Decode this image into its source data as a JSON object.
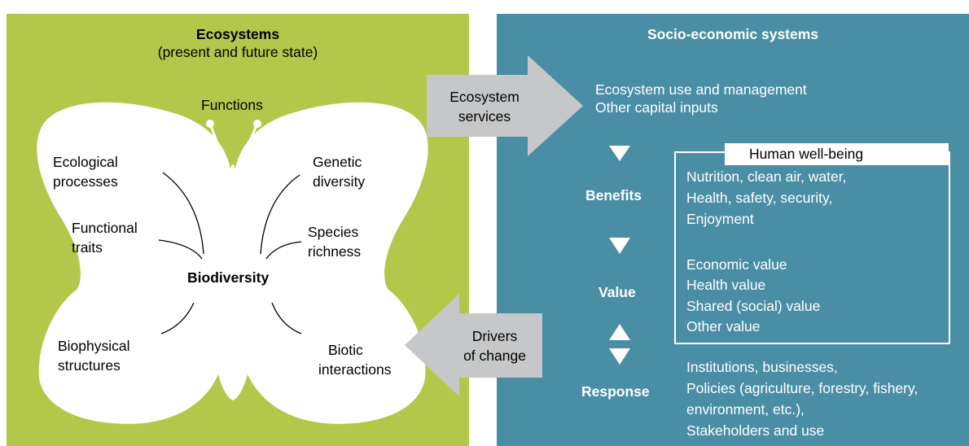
{
  "ecosystems": {
    "title": "Ecosystems",
    "subtitle": "(present and future state)",
    "functions_label": "Functions",
    "biodiversity_label": "Biodiversity",
    "items": {
      "ecological_processes": [
        "Ecological",
        "processes"
      ],
      "functional_traits": [
        "Functional",
        "traits"
      ],
      "biophysical_structures": [
        "Biophysical",
        "structures"
      ],
      "genetic_diversity": [
        "Genetic",
        "diversity"
      ],
      "species_richness": [
        "Species",
        "richness"
      ],
      "biotic_interactions": [
        "Biotic",
        "interactions"
      ]
    }
  },
  "arrows": {
    "ecosystem_services": [
      "Ecosystem",
      "services"
    ],
    "drivers_of_change": [
      "Drivers",
      "of change"
    ]
  },
  "socio_economic": {
    "title": "Socio-economic systems",
    "inputs": [
      "Ecosystem use and management",
      "Other capital inputs"
    ],
    "benefits_label": "Benefits",
    "value_label": "Value",
    "response_label": "Response",
    "human_wellbeing_title": "Human well-being",
    "benefits_items": [
      "Nutrition, clean air, water,",
      "Health, safety, security,",
      "Enjoyment"
    ],
    "value_items": [
      "Economic value",
      "Health value",
      "Shared (social) value",
      "Other value"
    ],
    "response_items": [
      "Institutions, businesses,",
      "Policies (agriculture, forestry, fishery,",
      "environment, etc.),",
      "Stakeholders and use"
    ]
  },
  "colors": {
    "ecosystem_green": "#b3c84a",
    "socio_blue": "#4a8ea6",
    "arrow_gray": "#c6c7c9"
  }
}
